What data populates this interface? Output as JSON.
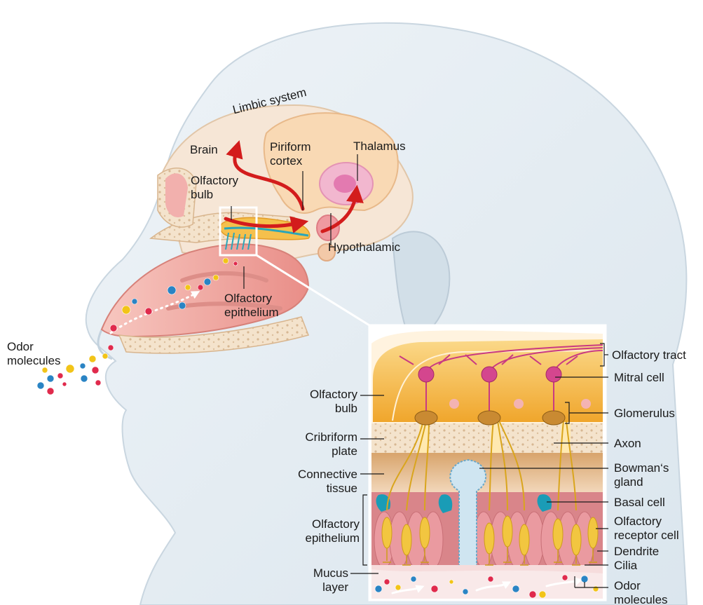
{
  "labels": {
    "limbic_system": "Limbic system",
    "brain": "Brain",
    "piriform_cortex": "Piriform\ncortex",
    "thalamus": "Thalamus",
    "olfactory_bulb_top": "Olfactory\nbulb",
    "hypothalamic": "Hypothalamic",
    "olfactory_epithelium_top": "Olfactory\nepithelium",
    "odor_molecules_left": "Odor\nmolecules",
    "olfactory_tract": "Olfactory tract",
    "mitral_cell": "Mitral cell",
    "glomerulus": "Glomerulus",
    "axon": "Axon",
    "bowmans_gland": "Bowman‘s\ngland",
    "basal_cell": "Basal cell",
    "olfactory_receptor_cell": "Olfactory\nreceptor cell",
    "dendrite": "Dendrite",
    "cilia": "Cilia",
    "odor_molecules_right": "Odor\nmolecules",
    "olfactory_bulb_inset": "Olfactory\nbulb",
    "cribriform_plate": "Cribriform\nplate",
    "connective_tissue": "Connective\ntissue",
    "olfactory_epithelium_inset": "Olfactory\nepithelium",
    "mucus_layer": "Mucus\nlayer"
  },
  "colors": {
    "skin": "#e4edf3",
    "nasal_cavity": "#f0a9a4",
    "bone": "#f1dcc4",
    "bulb": "#f6b840",
    "neuron": "#d4468e",
    "receptor": "#f2c640",
    "basal": "#19a0b8",
    "pathway_arrow": "#d31c1c",
    "molecule_red": "#e02a4c",
    "molecule_blue": "#2a84c4",
    "molecule_yellow": "#f2c418"
  }
}
